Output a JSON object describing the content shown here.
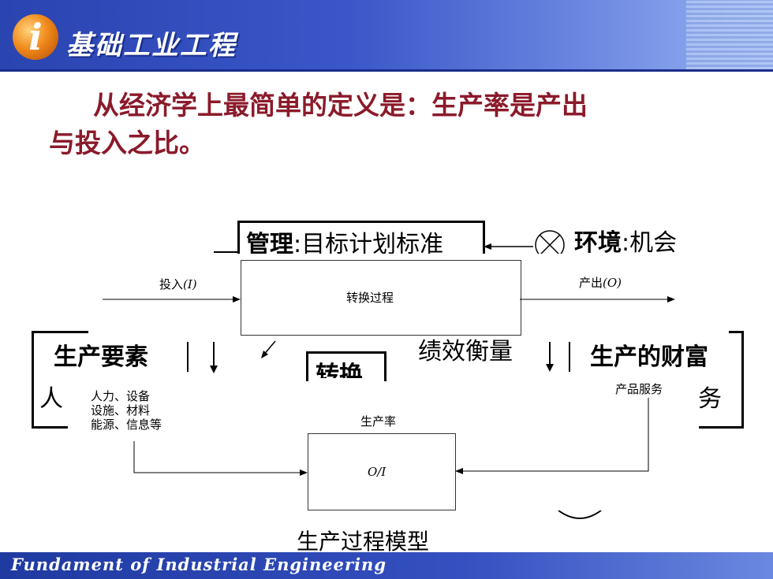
{
  "header": {
    "logo_letter": "i",
    "logo_text": "基础工业工程"
  },
  "title": {
    "line1": "从经济学上最简单的定义是：生产率是产出",
    "line2": "与投入之比。"
  },
  "background_slide": {
    "management_label": "管理",
    "management_rest": ":目标计划标准",
    "environment_label": "环境",
    "environment_rest": ":机会",
    "input_factors": "生产要素",
    "person_partial": "人",
    "transform_partial": "转换",
    "performance": "绩效衡量",
    "output_wealth": "生产的财富",
    "service_partial": "务"
  },
  "diagram": {
    "input_label": "投入",
    "input_symbol": "(I)",
    "process_label": "转换过程",
    "output_label": "产出",
    "output_symbol": "(O)",
    "input_items": [
      "人力、设备",
      "设施、材料",
      "能源、信息等"
    ],
    "output_items": "产品服务",
    "productivity_label": "生产率",
    "ratio_label": "O/I"
  },
  "caption": "生产过程模型",
  "footer": "Fundament of Industrial Engineering",
  "colors": {
    "header_blue": "#2a44b0",
    "title_red": "#8b1a2a",
    "logo_orange": "#f08a1c"
  }
}
